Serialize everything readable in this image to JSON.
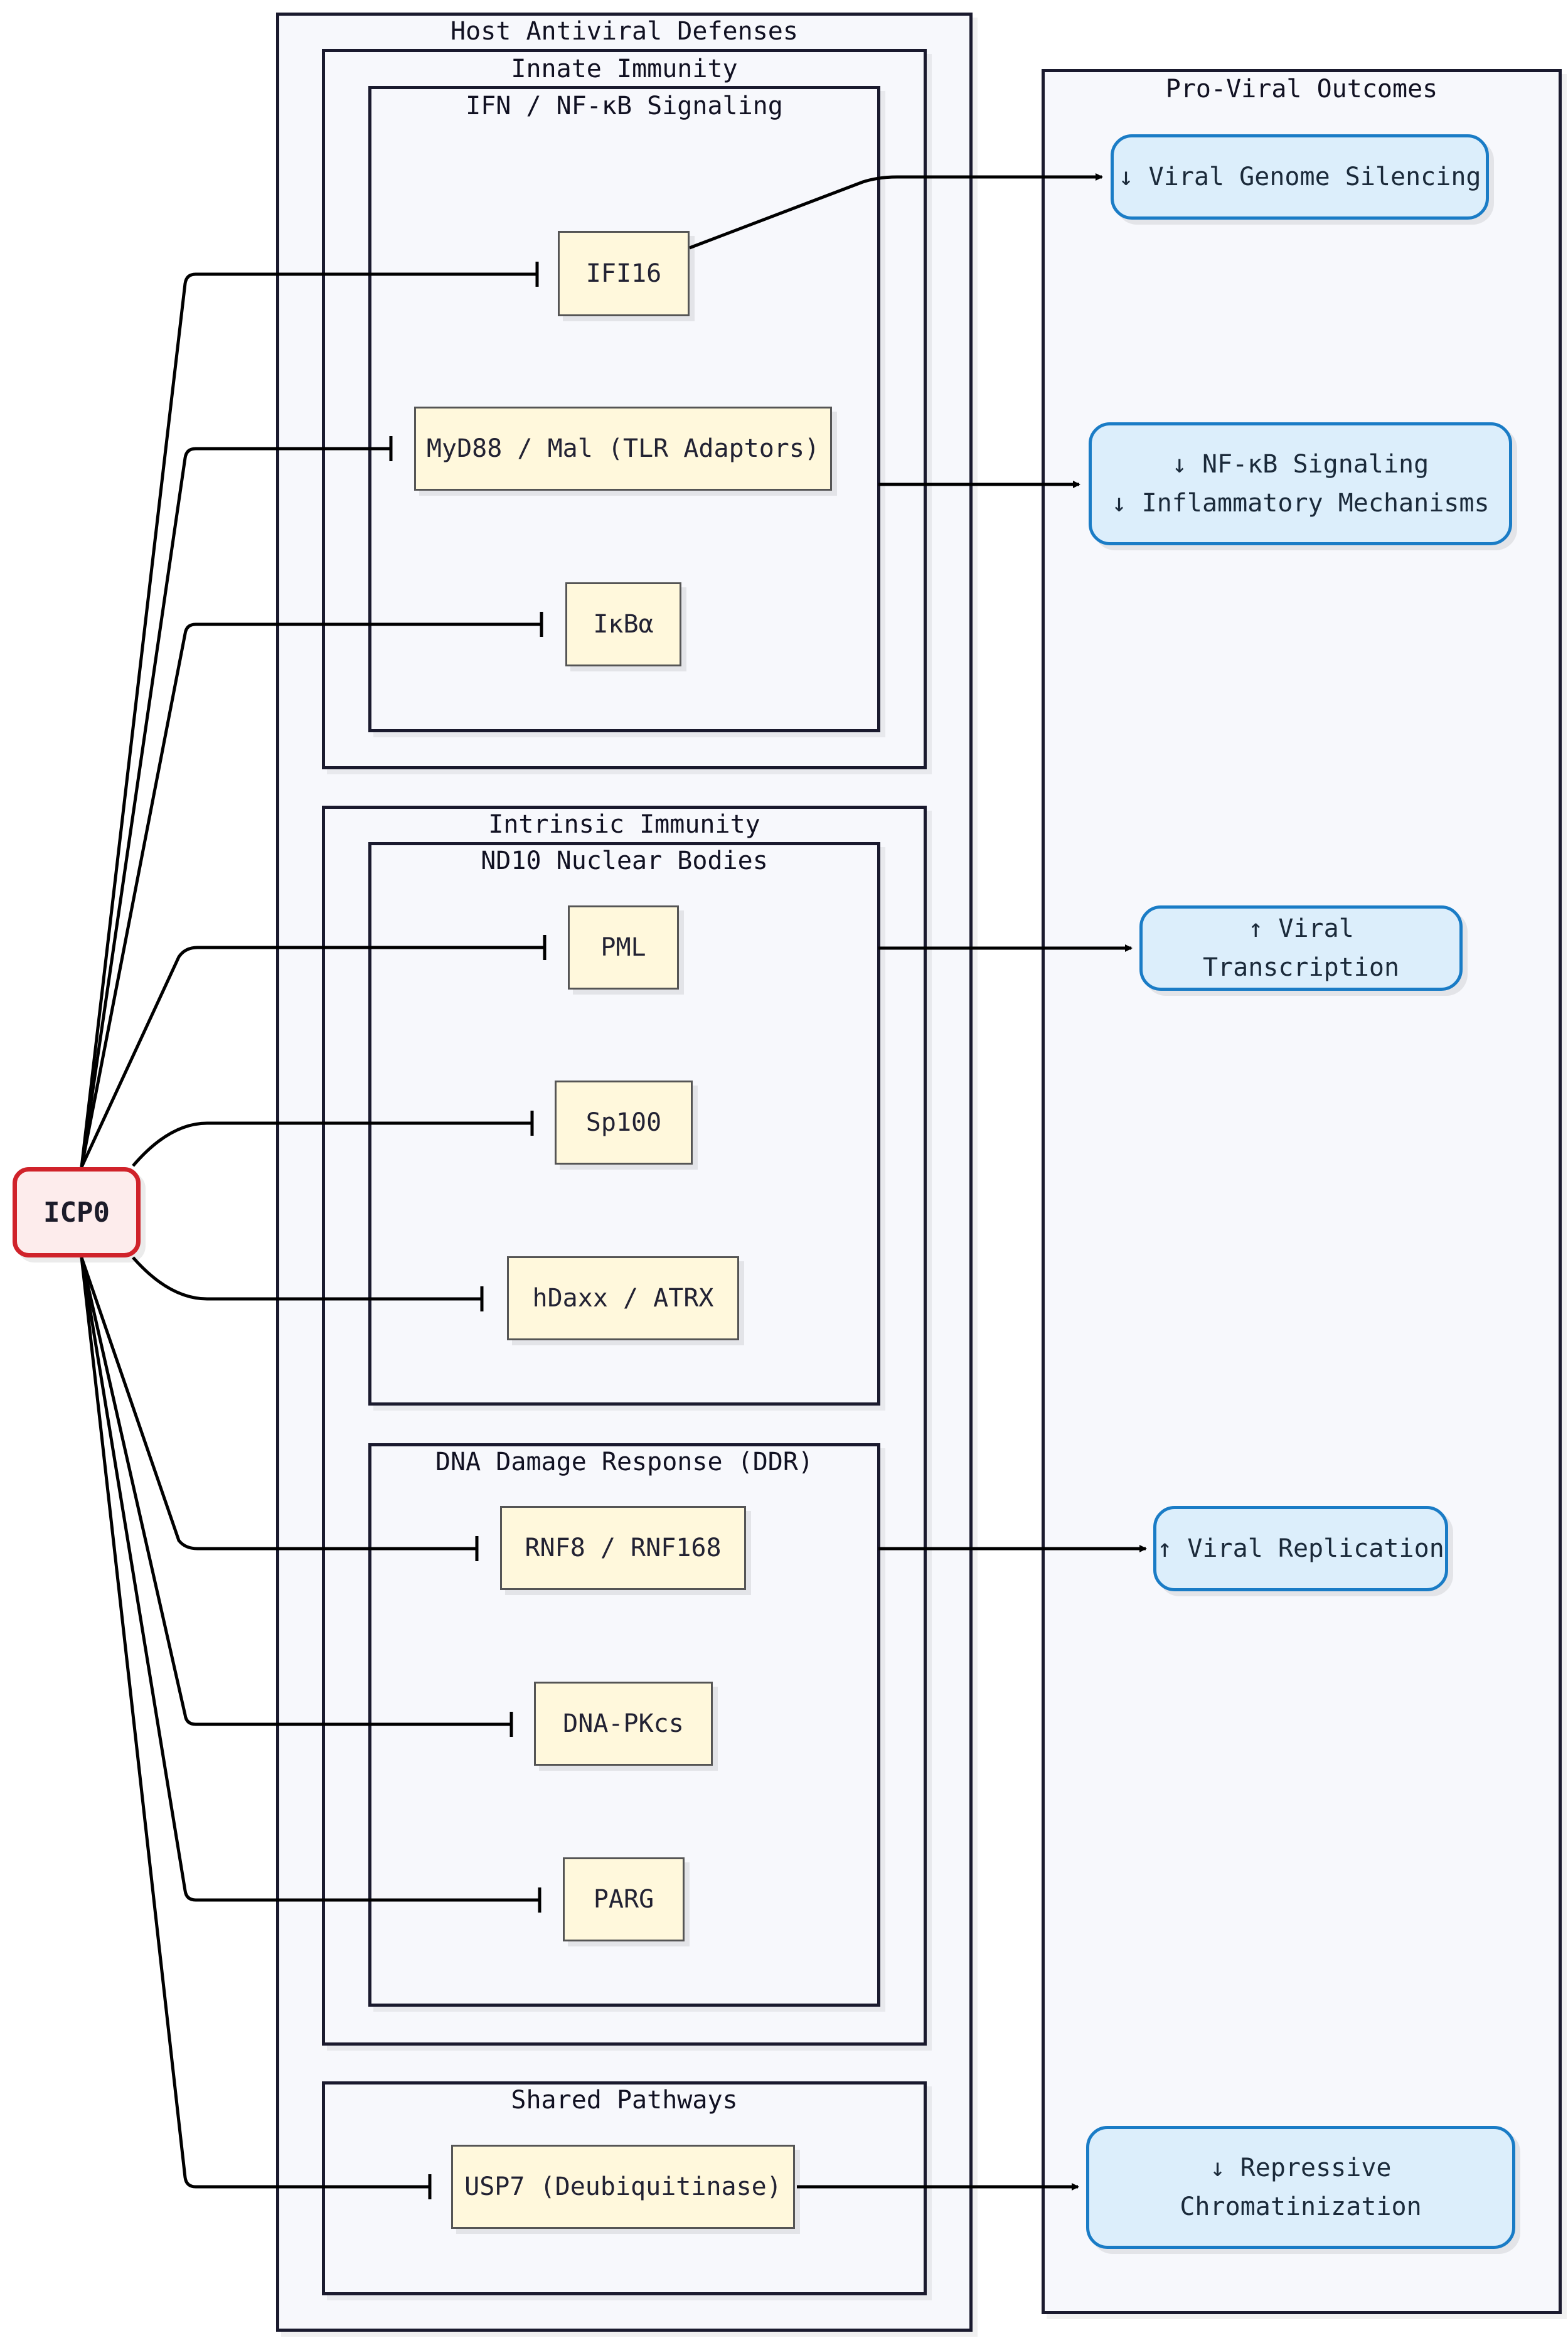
{
  "clusters": {
    "host": "Host Antiviral Defenses",
    "innate": "Innate Immunity",
    "ifn": "IFN / NF-κB Signaling",
    "intrinsic": "Intrinsic Immunity",
    "nd10": "ND10 Nuclear Bodies",
    "ddr": "DNA Damage Response (DDR)",
    "shared": "Shared Pathways",
    "outcomes": "Pro-Viral Outcomes"
  },
  "source": {
    "label": "ICP0"
  },
  "targets": {
    "ifi16": "IFI16",
    "myd88": "MyD88 / Mal (TLR Adaptors)",
    "ikba": "IκBα",
    "pml": "PML",
    "sp100": "Sp100",
    "hdaxx": "hDaxx / ATRX",
    "rnf8": "RNF8 / RNF168",
    "dnapkcs": "DNA-PKcs",
    "parg": "PARG",
    "usp7": "USP7 (Deubiquitinase)"
  },
  "outcomes": {
    "silencing": "↓ Viral Genome Silencing",
    "nfkb_line1": "↓ NF-κB Signaling",
    "nfkb_line2": "↓ Inflammatory Mechanisms",
    "transcription": "↑ Viral Transcription",
    "replication": "↑ Viral Replication",
    "chromatin_line1": "↓ Repressive",
    "chromatin_line2": "Chromatinization"
  },
  "colors": {
    "source_border": "#d0222a",
    "source_fill": "#fdecec",
    "target_fill": "#fff8dc",
    "outcome_border": "#1a7cc6",
    "outcome_fill": "#dceefb",
    "cluster_border": "#1a1a2e"
  }
}
